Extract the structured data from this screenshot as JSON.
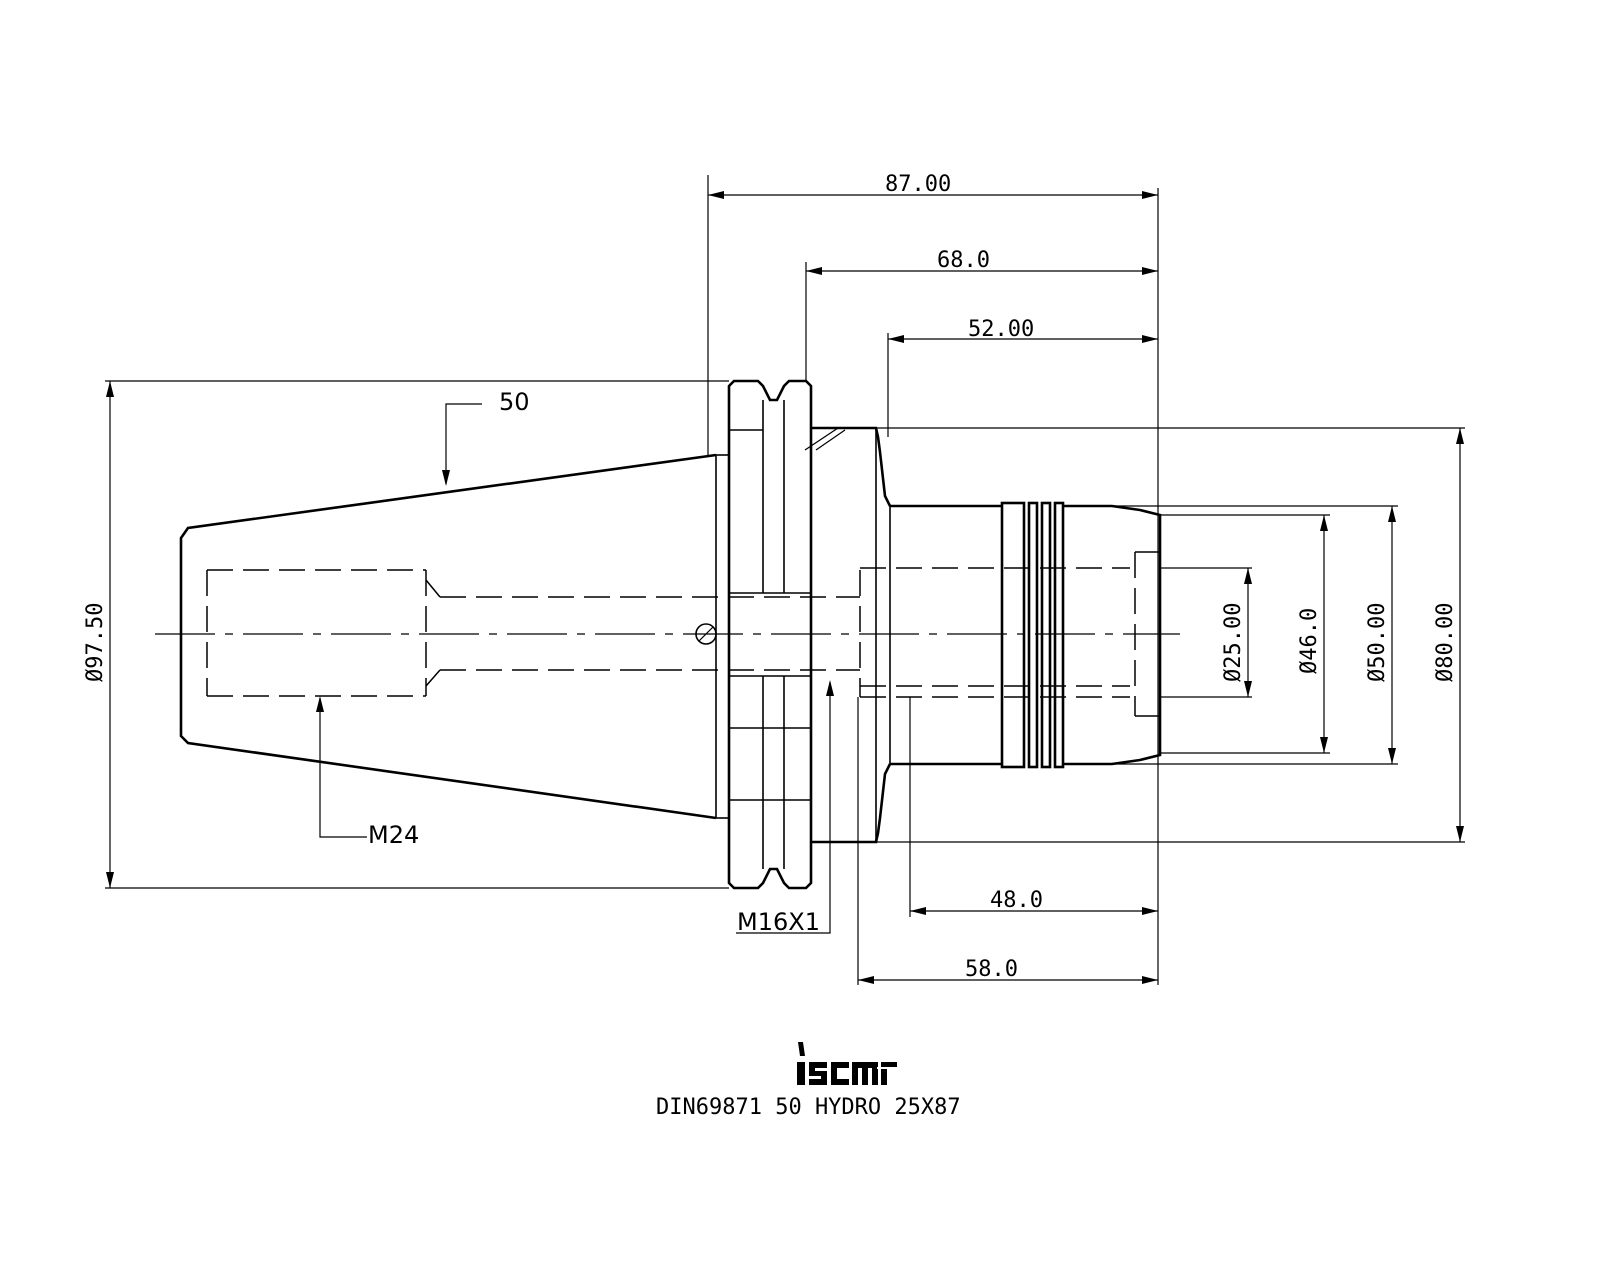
{
  "drawing": {
    "dimensions": {
      "overall_length": "87.00",
      "length_68": "68.0",
      "length_52": "52.00",
      "length_48": "48.0",
      "length_58": "58.0",
      "taper_size": "50",
      "flange_diameter": "Ø97.50",
      "bore_diameter": "Ø25.00",
      "collar_diameter": "Ø46.0",
      "nose_diameter": "Ø50.00",
      "body_diameter": "Ø80.00",
      "thread_m24": "M24",
      "thread_m16": "M16X1"
    },
    "caption": "DIN69871 50 HYDRO 25X87",
    "logo": "iscar"
  }
}
